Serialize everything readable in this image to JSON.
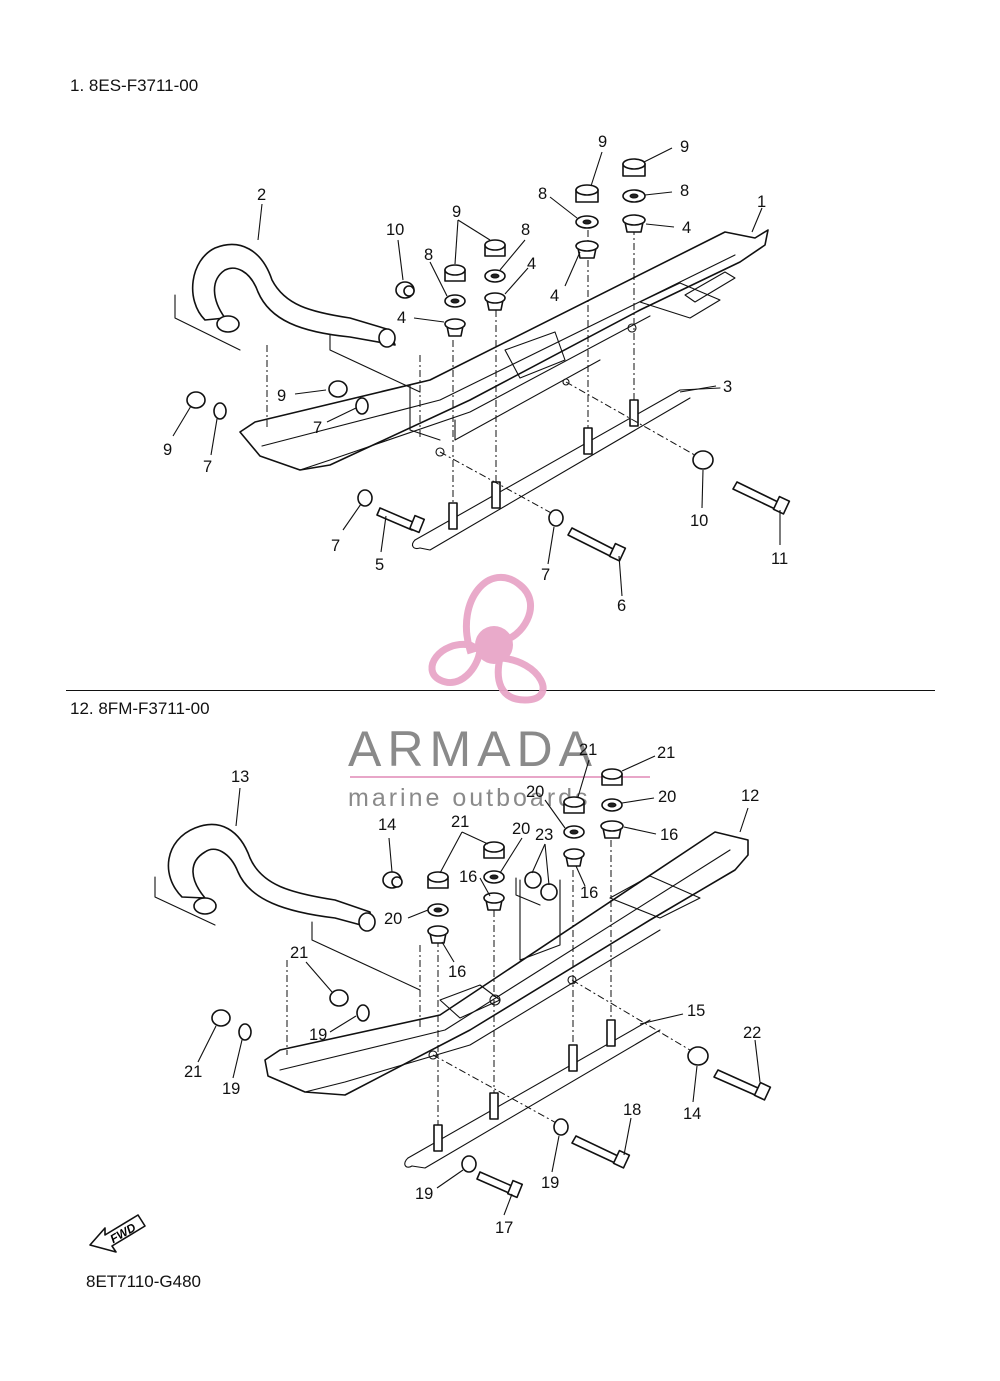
{
  "sections": [
    {
      "header": "1. 8ES-F3711-00"
    },
    {
      "header": "12. 8FM-F3711-00"
    }
  ],
  "footer_code": "8ET7110-G480",
  "fwd_label": "FWD",
  "watermark": {
    "brand": "ARMADA",
    "tagline": "marine outboards",
    "logo_color": "#e8a6c8",
    "text_color": "#8a8a8a"
  },
  "callouts_top": [
    "9",
    "9",
    "8",
    "8",
    "9",
    "8",
    "10",
    "8",
    "4",
    "4",
    "4",
    "1",
    "4",
    "2",
    "9",
    "7",
    "9",
    "7",
    "3",
    "7",
    "10",
    "5",
    "11",
    "7",
    "6"
  ],
  "callouts_bottom": [
    "21",
    "21",
    "20",
    "20",
    "13",
    "12",
    "14",
    "21",
    "20",
    "23",
    "16",
    "16",
    "16",
    "20",
    "16",
    "21",
    "15",
    "22",
    "19",
    "21",
    "19",
    "14",
    "18",
    "19",
    "19",
    "17"
  ]
}
